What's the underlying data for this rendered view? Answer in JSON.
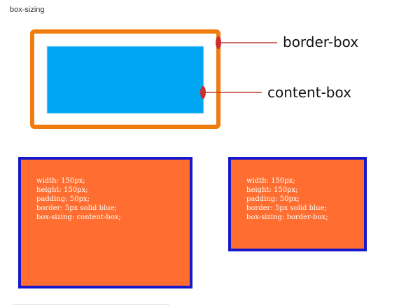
{
  "page": {
    "title": "box-sizing"
  },
  "diagram": {
    "labels": {
      "border_box": "border-box",
      "content_box": "content-box"
    },
    "colors": {
      "outer_border": "#f07c0e",
      "inner_fill": "#00a6f2",
      "pointer": "#c9302c",
      "pointer_line": "#c0392b"
    }
  },
  "examples": {
    "content_box": {
      "lines": [
        "width: 150px;",
        "height: 150px;",
        "padding: 50px;",
        "border: 5px solid blue;",
        "box-sizing: content-box;"
      ]
    },
    "border_box": {
      "lines": [
        "width: 150px;",
        "height: 150px;",
        "padding: 50px;",
        "border: 5px solid blue;",
        "box-sizing: border-box;"
      ]
    },
    "colors": {
      "fill": "#ff6e30",
      "border": "#1717cc",
      "text": "#ffffff"
    }
  }
}
